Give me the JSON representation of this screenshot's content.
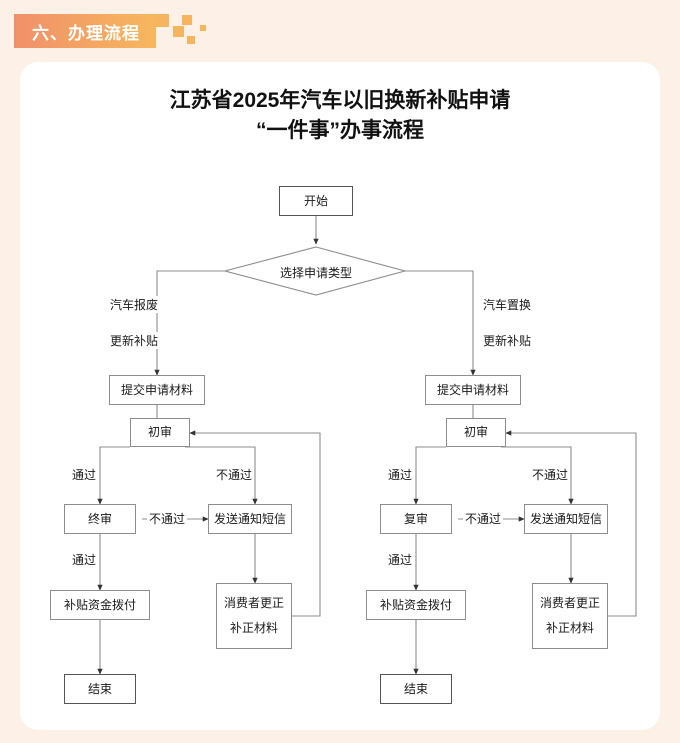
{
  "header": {
    "badge_label": "六、办理流程",
    "badge_gradient_start": "#f0906a",
    "badge_gradient_end": "#f6b75e",
    "deco_color": "#f6b45f"
  },
  "page": {
    "background": "#fdf0e6",
    "card_background": "#ffffff"
  },
  "chart_data": {
    "type": "diagram",
    "title_line1": "江苏省2025年汽车以旧换新补贴申请",
    "title_line2": "“一件事”办事流程",
    "orientation": "top-down",
    "node_border_color": "#8d8d8d",
    "nodes": {
      "start": "开始",
      "decision": "选择申请类型",
      "left": {
        "branch_label_1": "汽车报废",
        "branch_label_2": "更新补贴",
        "submit": "提交申请材料",
        "first_review": "初审",
        "second_review": "终审",
        "sms": "发送通知短信",
        "correct_line1": "消费者更正",
        "correct_line2": "补正材料",
        "payout": "补贴资金拨付",
        "end": "结束"
      },
      "right": {
        "branch_label_1": "汽车置换",
        "branch_label_2": "更新补贴",
        "submit": "提交申请材料",
        "first_review": "初审",
        "second_review": "复审",
        "sms": "发送通知短信",
        "correct_line1": "消费者更正",
        "correct_line2": "补正材料",
        "payout": "补贴资金拨付",
        "end": "结束"
      }
    },
    "edge_labels": {
      "pass": "通过",
      "fail": "不通过"
    }
  }
}
